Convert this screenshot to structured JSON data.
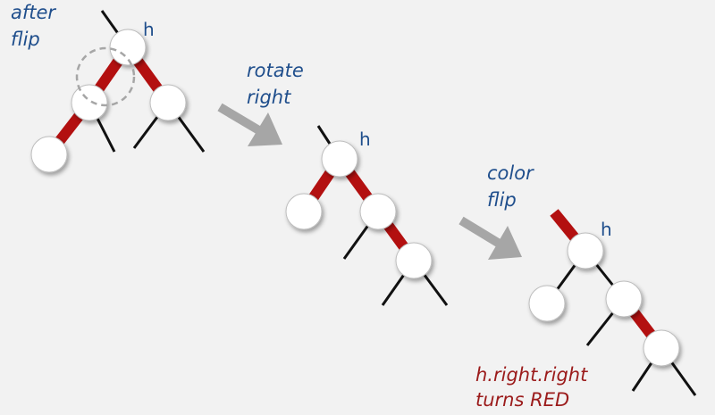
{
  "labels": {
    "after_flip": [
      "after",
      "flip"
    ],
    "rotate_right": [
      "rotate",
      "right"
    ],
    "color_flip": [
      "color",
      "flip"
    ],
    "result": [
      "h.right.right",
      "turns RED"
    ],
    "h": "h"
  },
  "colors": {
    "red_link": "#b31010",
    "black_link": "#111111",
    "node_fill": "#ffffff",
    "node_stroke": "#bdbdbd",
    "arrow": "#a6a6a6",
    "label_blue": "#1f4e8c",
    "label_red": "#9b1b1b",
    "background": "#f2f2f2"
  }
}
